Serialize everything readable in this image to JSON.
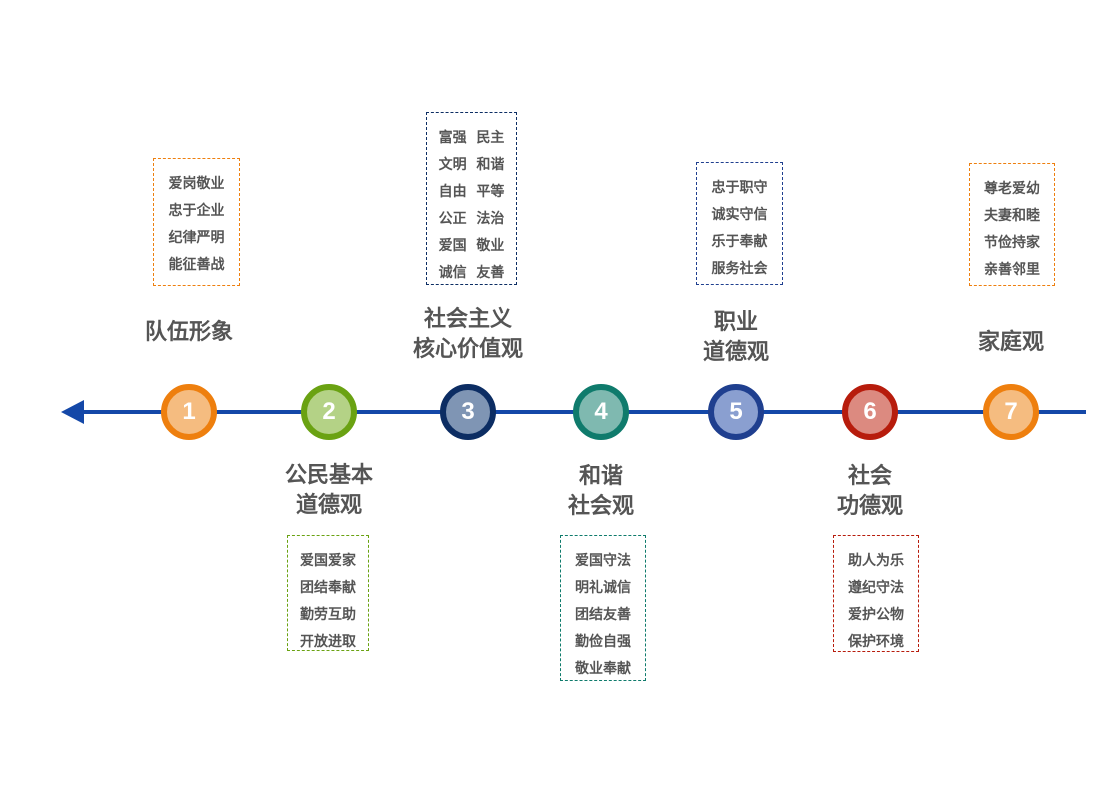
{
  "stages": [
    {
      "num": "1",
      "title": [
        "队伍形象"
      ],
      "items": [
        "爱岗敬业",
        "忠于企业",
        "纪律严明",
        "能征善战"
      ],
      "ring": "#ee7f0e",
      "fill": "#f5bc80",
      "box": "#ee7f0e"
    },
    {
      "num": "2",
      "title": [
        "公民基本",
        "道德观"
      ],
      "items": [
        "爱国爱家",
        "团结奉献",
        "勤劳互助",
        "开放进取"
      ],
      "ring": "#6aa212",
      "fill": "#b4d286",
      "box": "#6aa212"
    },
    {
      "num": "3",
      "title": [
        "社会主义",
        "核心价值观"
      ],
      "items": [
        "富强  民主",
        "文明  和谐",
        "自由  平等",
        "公正  法治",
        "爱国  敬业",
        "诚信  友善"
      ],
      "ring": "#0c2d63",
      "fill": "#7f95b4",
      "box": "#0c2d63"
    },
    {
      "num": "4",
      "title": [
        "和谐",
        "社会观"
      ],
      "items": [
        "爱国守法",
        "明礼诚信",
        "团结友善",
        "勤俭自强",
        "敬业奉献"
      ],
      "ring": "#0f7b6c",
      "fill": "#7fb9b0",
      "box": "#0f7b6c"
    },
    {
      "num": "5",
      "title": [
        "职业",
        "道德观"
      ],
      "items": [
        "忠于职守",
        "诚实守信",
        "乐于奉献",
        "服务社会"
      ],
      "ring": "#1f3f8f",
      "fill": "#8a9fd0",
      "box": "#1f3f8f"
    },
    {
      "num": "6",
      "title": [
        "社会",
        "功德观"
      ],
      "items": [
        "助人为乐",
        "遵纪守法",
        "爱护公物",
        "保护环境"
      ],
      "ring": "#b71c0c",
      "fill": "#dc8a80",
      "box": "#b71c0c"
    },
    {
      "num": "7",
      "title": [
        "家庭观"
      ],
      "items": [
        "尊老爱幼",
        "夫妻和睦",
        "节俭持家",
        "亲善邻里"
      ],
      "ring": "#ee7f0e",
      "fill": "#f5bc80",
      "box": "#ee7f0e"
    }
  ]
}
